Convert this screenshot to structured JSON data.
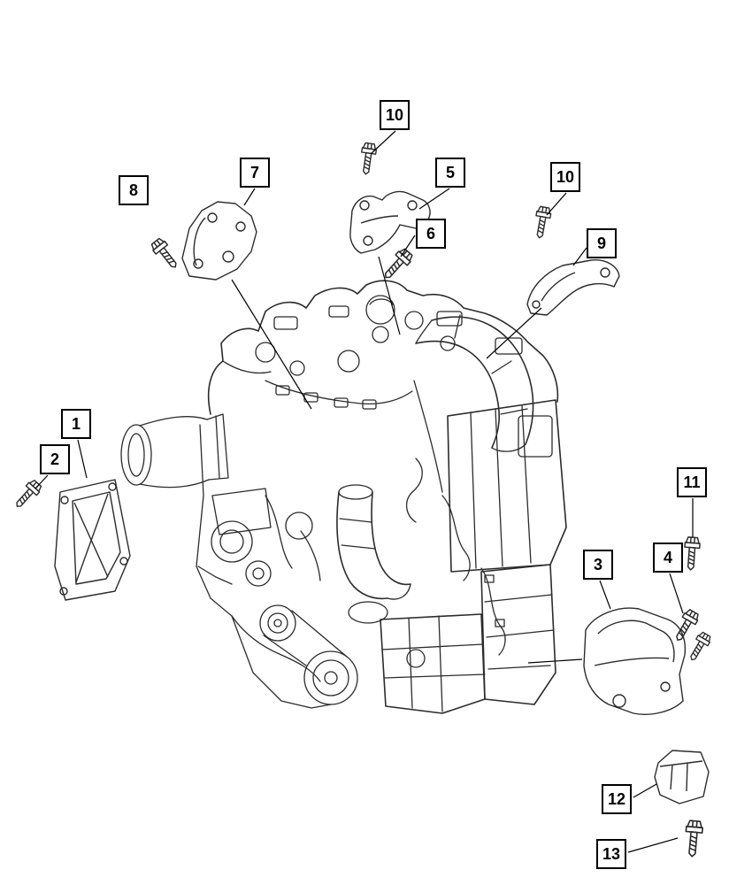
{
  "colors": {
    "background": "#ffffff",
    "line_art": "#2b2b2b",
    "callout_border": "#000000",
    "callout_text": "#000000"
  },
  "callouts": [
    {
      "label": "10"
    },
    {
      "label": "7"
    },
    {
      "label": "5"
    },
    {
      "label": "8"
    },
    {
      "label": "10"
    },
    {
      "label": "6"
    },
    {
      "label": "9"
    },
    {
      "label": "1"
    },
    {
      "label": "2"
    },
    {
      "label": "11"
    },
    {
      "label": "3"
    },
    {
      "label": "4"
    },
    {
      "label": "12"
    },
    {
      "label": "13"
    }
  ]
}
